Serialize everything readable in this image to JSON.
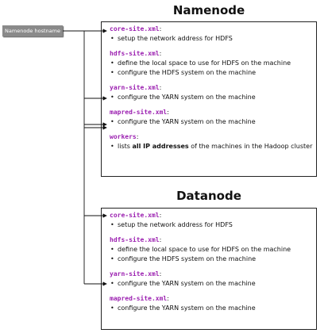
{
  "host_label": "Namenode hostname",
  "panels": [
    {
      "title": "Namenode",
      "sections": [
        {
          "file": "core-site.xml",
          "items": [
            "setup the network address for HDFS"
          ]
        },
        {
          "file": "hdfs-site.xml",
          "items": [
            "define the local space to use for HDFS on the machine",
            "configure the HDFS system on the machine"
          ]
        },
        {
          "file": "yarn-site.xml",
          "items": [
            "configure the YARN system on the machine"
          ]
        },
        {
          "file": "mapred-site.xml",
          "items": [
            "configure the YARN system on the machine"
          ]
        },
        {
          "file": "workers",
          "items_rich": [
            {
              "pre": "lists ",
              "bold": "all IP addresses",
              "post": " of the machines in the Hadoop cluster"
            }
          ]
        }
      ]
    },
    {
      "title": "Datanode",
      "sections": [
        {
          "file": "core-site.xml",
          "items": [
            "setup the network address for HDFS"
          ]
        },
        {
          "file": "hdfs-site.xml",
          "items": [
            "define the local space to use for HDFS on the machine",
            "configure the HDFS system on the machine"
          ]
        },
        {
          "file": "yarn-site.xml",
          "items": [
            "configure the YARN system on the machine"
          ]
        },
        {
          "file": "mapred-site.xml",
          "items": [
            "configure the YARN system on the machine"
          ]
        }
      ]
    }
  ]
}
